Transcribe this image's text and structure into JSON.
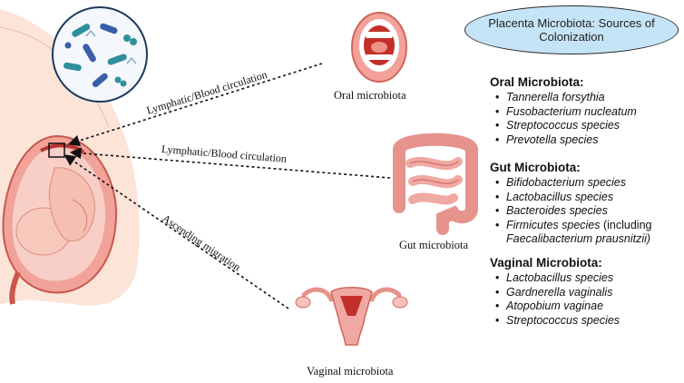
{
  "title": "Placenta Microbiota: Sources of Colonization",
  "captions": {
    "oral": "Oral microbiota",
    "gut": "Gut microbiota",
    "vaginal": "Vaginal microbiota"
  },
  "routes": {
    "oral": "Lymphatic/Blood circulation",
    "gut": "Lymphatic/Blood circulation",
    "vaginal": "Ascending migration"
  },
  "sections": {
    "oral": {
      "heading": "Oral Microbiota:",
      "items": [
        "Tannerella forsythia",
        "Fusobacterium nucleatum",
        "Streptococcus species",
        "Prevotella species"
      ]
    },
    "gut": {
      "heading": "Gut Microbiota:",
      "items": [
        "Bifidobacterium species",
        "Lactobacillus species",
        "Bacteroides species"
      ],
      "firmicutes": {
        "name": "Firmicutes species",
        "note": "(including",
        "sub": "Faecalibacterium prausnitzii)"
      }
    },
    "vaginal": {
      "heading": "Vaginal Microbiota:",
      "items": [
        "Lactobacillus species",
        "Gardnerella vaginalis",
        "Atopobium vaginae",
        "Streptococcus species"
      ]
    }
  },
  "colors": {
    "ellipse_fill": "#c6e4f7",
    "tissue": "#f4b5ae",
    "tissue_dark": "#d9685f",
    "bacteria_teal": "#2f8f9d",
    "bacteria_blue": "#3a5fa8"
  }
}
